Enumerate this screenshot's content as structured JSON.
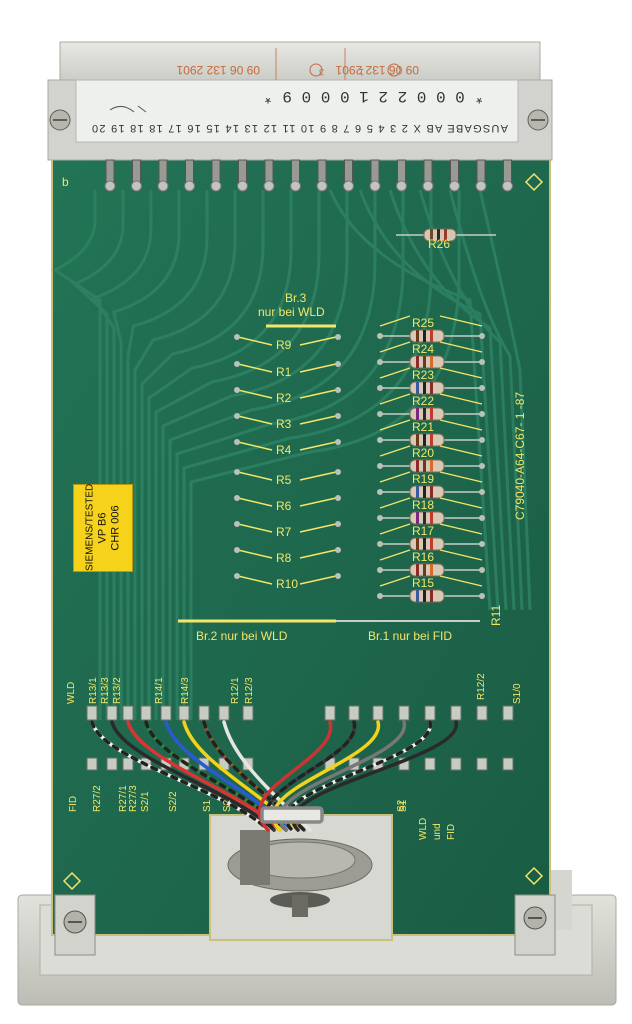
{
  "connector": {
    "top_code": "09 06 132 2901",
    "marks": [
      "3",
      "1"
    ],
    "barcode_number": "* 0 0 0 2 2 1 0 0 0 9 *",
    "pin_text": "AUSGABE AB X 2 3 4 5 6 7 8 9 10 11 12 13 14 15 16 17 18 18 19 20"
  },
  "board": {
    "corner_letter": "b",
    "part_number": "C79040-A64-C67- 1 -87",
    "bridge3_title": "Br.3",
    "bridge3_sub": "nur bei WLD",
    "bridge2": "Br.2  nur bei WLD",
    "bridge1": "Br.1 nur bei FID",
    "left_resistors": [
      "R9",
      "R1",
      "R2",
      "R3",
      "R4",
      "R5",
      "R6",
      "R7",
      "R8",
      "R10"
    ],
    "right_resistors": [
      "R25",
      "R24",
      "R23",
      "R22",
      "R21",
      "R20",
      "R19",
      "R18",
      "R17",
      "R16",
      "R15"
    ],
    "r26": "R26",
    "r11": "R11",
    "top_pad_labels": [
      "WLD",
      "R13/1",
      "R13/3",
      "R13/2",
      "R14/1",
      "R14/3",
      "R12/1",
      "R12/3",
      "R12/2",
      "S1/0"
    ],
    "bottom_pad_labels": [
      "FID",
      "R27/2",
      "R27/1",
      "R27/3",
      "S2/1",
      "S2/2",
      "S1",
      "S2",
      "S2",
      "S1"
    ],
    "wld_fid": [
      "WLD",
      "und",
      "FID"
    ]
  },
  "sticker": {
    "line1": "SIEMENS/TESTED",
    "line2": "VP B6",
    "line3": "CHR 006"
  },
  "colors": {
    "pcb": "#1f6b4e",
    "pcb_dark": "#184f3b",
    "trace": "#2d7f5f",
    "silkscreen": "#f2e76a",
    "connector": "#d8d9d4",
    "sticker": "#f6d21a",
    "housing": "#cfcfc8"
  }
}
